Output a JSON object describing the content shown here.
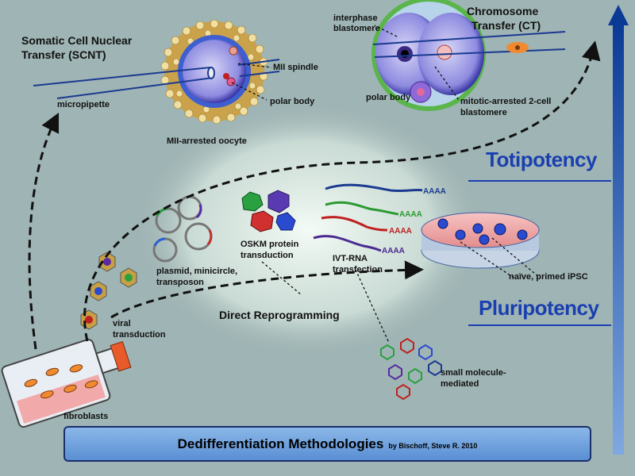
{
  "labels": {
    "scnt_title_line1": "Somatic Cell Nuclear",
    "scnt_title_line2": "Transfer (SCNT)",
    "ct_title_line1": "Chromosome",
    "ct_title_line2": "Transfer (CT)",
    "micropipette": "micropipette",
    "mii_spindle": "MII spindle",
    "polar_body_left": "polar body",
    "mii_oocyte": "MII-arrested oocyte",
    "interphase_line1": "interphase",
    "interphase_line2": "blastomere",
    "polar_body_right": "polar body",
    "mitotic_line1": "mitotic-arrested 2-cell",
    "mitotic_line2": "blastomere",
    "totipotency": "Totipotency",
    "pluripotency": "Pluripotency",
    "oskm_line1": "OSKM protein",
    "oskm_line2": "transduction",
    "ivt_line1": "IVT-RNA",
    "ivt_line2": "transfection",
    "aaaa": "AAAA",
    "plasmid_line1": "plasmid, minicircle,",
    "plasmid_line2": "transposon",
    "viral_line1": "viral",
    "viral_line2": "transduction",
    "direct": "Direct Reprogramming",
    "naive": "naïve, primed iPSC",
    "small_line1": "small molecule-",
    "small_line2": "mediated",
    "fibroblasts": "fibroblasts"
  },
  "footer": {
    "title": "Dedifferentiation Methodologies",
    "credit": "by Bischoff, Steve R. 2010"
  },
  "colors": {
    "background": "#9fb4b4",
    "potency_blue": "#1a3fb0",
    "arrow_blue": "#0d3f9a",
    "footer_blue": "#6a9edd"
  }
}
